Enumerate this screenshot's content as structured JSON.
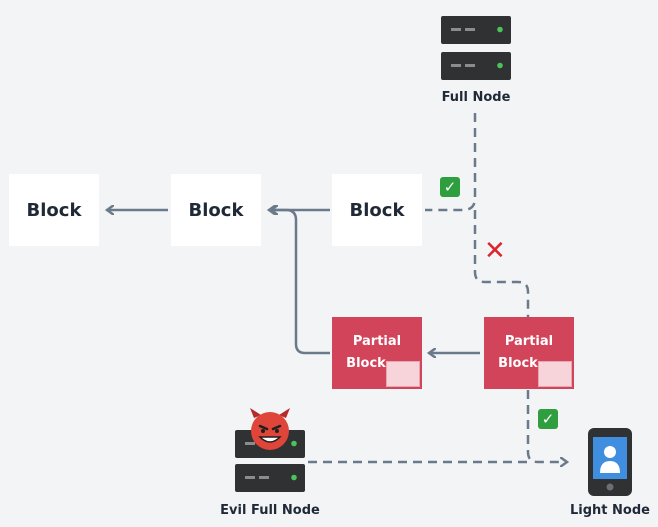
{
  "nodes": {
    "full_node": {
      "label": "Full Node"
    },
    "evil_full_node": {
      "label": "Evil Full Node"
    },
    "light_node": {
      "label": "Light Node"
    }
  },
  "blocks": [
    {
      "label": "Block"
    },
    {
      "label": "Block"
    },
    {
      "label": "Block"
    }
  ],
  "partial_blocks": [
    {
      "line1": "Partial",
      "line2": "Block"
    },
    {
      "line1": "Partial",
      "line2": "Block"
    }
  ],
  "markers": {
    "check": "✓",
    "cross": "✕"
  },
  "colors": {
    "background": "#f3f4f6",
    "connector": "#6b7a8a",
    "partial_block": "#d1445a",
    "server": "#2f3133",
    "server_led": "#4cc25a",
    "check": "#2e9e3f",
    "cross": "#e0242f",
    "phone_screen": "#3f8ee0"
  },
  "icons": [
    "server-icon",
    "evil-server-icon",
    "phone-icon",
    "check-icon",
    "cross-icon"
  ]
}
